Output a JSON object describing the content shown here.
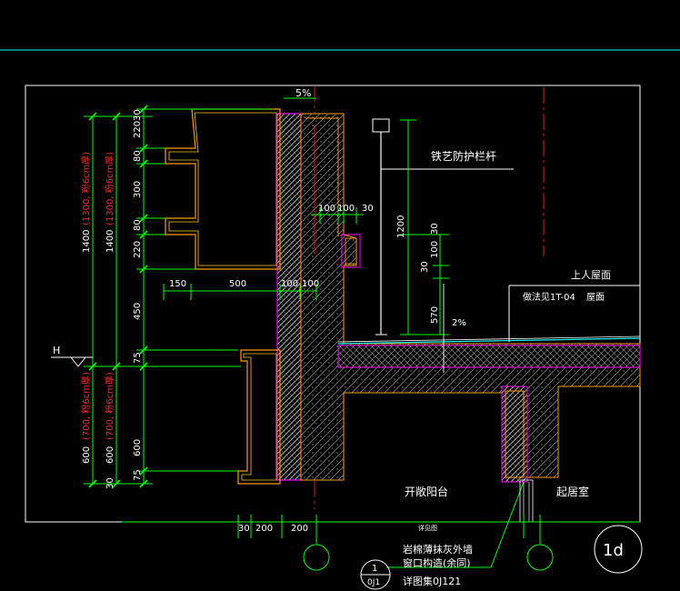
{
  "drawing": {
    "slope_top": "5%",
    "slope_roof": "2%",
    "railing_label": "铁艺防护栏杆",
    "roof_label": "上人屋面",
    "roof_practice_label": "做法见1T-04",
    "roof_practice_suffix": "屋面",
    "level_marker": "H",
    "balcony_label": "开敞阳台",
    "living_room_label": "起居室",
    "note_line1": "岩棉薄抹灰外墙",
    "note_line2": "窗口构造(余同)",
    "note_line3": "详图集0J121",
    "callout_id": "1d",
    "section_num": "1",
    "section_ref": "0J1",
    "bottom_mid_text": "详见图",
    "outer_height_dims": [
      "1400",
      "(1300, 粉6cm厚)",
      "600",
      "(700, 粉6cm厚)"
    ],
    "inner_height_dims": [
      "1400",
      "(1300, 粉6cm厚)",
      "600",
      "(700, 粉6cm厚)"
    ],
    "vertical_dims": [
      "30",
      "220",
      "80",
      "300",
      "80",
      "220",
      "450",
      "75",
      "600",
      "75",
      "30"
    ],
    "horizontal_dims_top": [
      "150",
      "500",
      "100",
      "100"
    ],
    "horizontal_dims_upper": [
      "100",
      "100",
      "30"
    ],
    "riser_dims": [
      "1200",
      "30",
      "100",
      "30",
      "570"
    ],
    "bottom_dims": [
      "30",
      "200",
      "200"
    ],
    "colors": {
      "background": "#000000",
      "line_green": "#00ff00",
      "line_white": "#ffffff",
      "line_cyan": "#00ffff",
      "line_yellow": "#ffcc00",
      "line_magenta": "#ff00ff",
      "line_red": "#ff2a2a",
      "hatch_grey": "#9a9a9a",
      "outline_orange": "#ff9900"
    }
  }
}
